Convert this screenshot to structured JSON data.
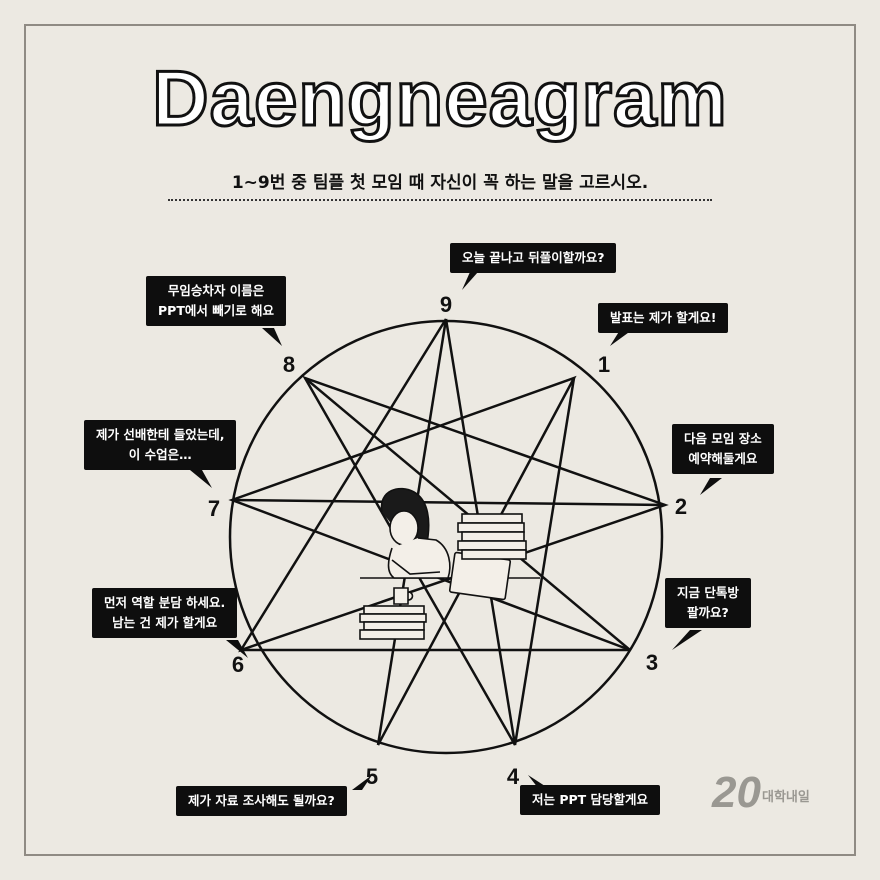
{
  "title": "Daengneagram",
  "subtitle": "1~9번 중 팀플 첫 모임 때 자신이 꼭 하는 말을 고르시오.",
  "points": [
    {
      "number": "1",
      "bubble": "발표는 제가 할게요!"
    },
    {
      "number": "2",
      "bubble_lines": [
        "다음 모임 장소",
        "예약해둘게요"
      ]
    },
    {
      "number": "3",
      "bubble_lines": [
        "지금 단톡방",
        "팔까요?"
      ]
    },
    {
      "number": "4",
      "bubble": "저는 PPT 담당할게요"
    },
    {
      "number": "5",
      "bubble": "제가 자료 조사해도 될까요?"
    },
    {
      "number": "6",
      "bubble_lines": [
        "먼저 역할 분담 하세요.",
        "남는 건 제가 할게요"
      ]
    },
    {
      "number": "7",
      "bubble_lines": [
        "제가 선배한테 들었는데,",
        "이 수업은…"
      ]
    },
    {
      "number": "8",
      "bubble_lines": [
        "무임승차자 이름은",
        "PPT에서 빼기로 해요"
      ]
    },
    {
      "number": "9",
      "bubble": "오늘 끝나고 뒤풀이할까요?"
    }
  ],
  "logo": {
    "number": "20",
    "text": "대학내일"
  },
  "colors": {
    "background": "#ece9e2",
    "ink": "#111111",
    "bubble": "#0e0e0e",
    "logo": "#9a9892"
  }
}
